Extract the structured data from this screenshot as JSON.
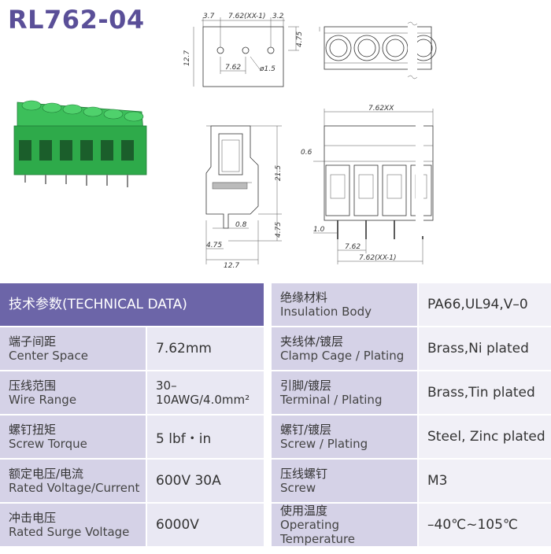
{
  "title": "RL762-04",
  "drawing_dims": {
    "top_a": "3.7",
    "top_b": "7.62(XX-1)",
    "top_c": "3.2",
    "left_h": "12.7",
    "right_h": "4.75",
    "pitch": "7.62",
    "hole": "ø1.5",
    "front_w": "7.62XX",
    "side_h": "21.5",
    "side_pin": "0.8",
    "side_pin_h": "4.75",
    "side_off": "4.75",
    "side_w": "12.7",
    "side_top": "0.6",
    "front_pin": "1.0",
    "front_pitch": "7.62",
    "front_total": "7.62(XX-1)"
  },
  "table": {
    "header": "技术参数(TECHNICAL DATA)",
    "left_rows": [
      {
        "cn": "端子间距",
        "en": "Center Space",
        "value": "7.62mm"
      },
      {
        "cn": "压线范围",
        "en": "Wire Range",
        "value": "30–10AWG/4.0mm²"
      },
      {
        "cn": "螺钉扭矩",
        "en": "Screw Torque",
        "value": "5 lbf・in"
      },
      {
        "cn": "额定电压/电流",
        "en": "Rated Voltage/Current",
        "value": "600V 30A"
      },
      {
        "cn": "冲击电压",
        "en": "Rated Surge Voltage",
        "value": "6000V"
      }
    ],
    "right_rows": [
      {
        "cn": "绝缘材料",
        "en": "Insulation Body",
        "value": "PA66,UL94,V–0"
      },
      {
        "cn": "夹线体/镀层",
        "en": "Clamp Cage / Plating",
        "value": "Brass,Ni plated"
      },
      {
        "cn": "引脚/镀层",
        "en": "Terminal / Plating",
        "value": "Brass,Tin plated"
      },
      {
        "cn": "螺钉/镀层",
        "en": "Screw / Plating",
        "value": "Steel, Zinc plated"
      },
      {
        "cn": "压线螺钉",
        "en": "Screw",
        "value": "M3"
      },
      {
        "cn": "使用温度",
        "en": "Operating Temperature",
        "value": "–40℃~105℃"
      }
    ]
  },
  "colors": {
    "accent": "#5a4f98",
    "header": "#6c65a8",
    "label_bg": "#d5d2e7",
    "value_bg": "#e9e8f3",
    "product_green": "#2eaa4a"
  }
}
